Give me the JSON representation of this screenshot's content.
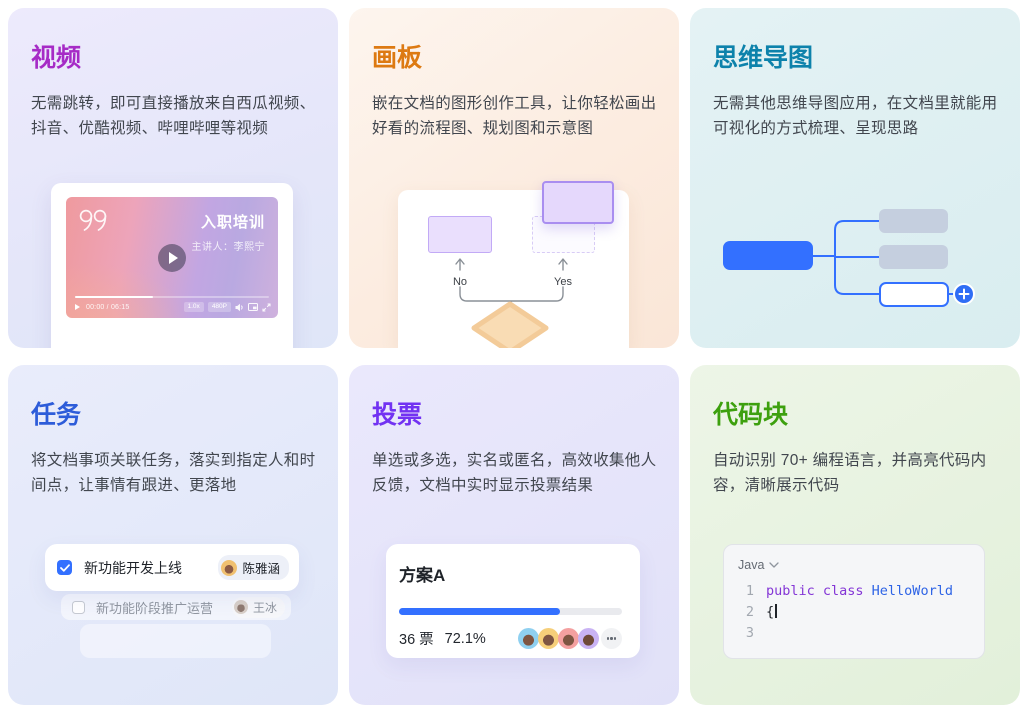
{
  "colors": {
    "accent_blue": "#3370ff",
    "video_title": "#a62bc6",
    "board_title": "#dd7a12",
    "mindmap_title": "#0d82ab",
    "tasks_title": "#2d5cd9",
    "poll_title": "#7232f2",
    "code_title": "#3da00e",
    "code_keyword": "#8436d6",
    "code_type": "#2e64e6",
    "diamond_fill": "#f9dcb4"
  },
  "cards": {
    "video": {
      "title": "视频",
      "desc": "无需跳转，即可直接播放来自西瓜视频、抖音、优酷视频、哔哩哔哩等视频",
      "player": {
        "title": "入职培训",
        "subtitle": "主讲人：李熙宁",
        "time": "00:00 / 06:15",
        "speed": "1.0x",
        "quality": "480P",
        "progress_value": 40
      }
    },
    "whiteboard": {
      "title": "画板",
      "desc": "嵌在文档的图形创作工具，让你轻松画出好看的流程图、规划图和示意图",
      "labels": {
        "no": "No",
        "yes": "Yes"
      }
    },
    "mindmap": {
      "title": "思维导图",
      "desc": "无需其他思维导图应用，在文档里就能用可视化的方式梳理、呈现思路"
    },
    "tasks": {
      "title": "任务",
      "desc": "将文档事项关联任务，落实到指定人和时间点，让事情有跟进、更落地",
      "items": [
        {
          "label": "新功能开发上线",
          "assignee": "陈雅涵",
          "checked": true
        },
        {
          "label": "新功能阶段推广运营",
          "assignee": "王冰",
          "checked": false
        }
      ]
    },
    "poll": {
      "title": "投票",
      "desc": "单选或多选，实名或匿名，高效收集他人反馈，文档中实时显示投票结果",
      "option": {
        "name": "方案A",
        "votes": "36 票",
        "percent": "72.1%",
        "percent_value": 72.1
      }
    },
    "code": {
      "title": "代码块",
      "desc": "自动识别 70+ 编程语言，并高亮代码内容，清晰展示代码",
      "language": "Java",
      "lines": [
        {
          "num": "1",
          "tokens": [
            {
              "t": "public class ",
              "c": "keyword"
            },
            {
              "t": "HelloWorld",
              "c": "type"
            }
          ]
        },
        {
          "num": "2",
          "tokens": [
            {
              "t": "{",
              "c": "plain"
            }
          ]
        },
        {
          "num": "3",
          "tokens": []
        }
      ]
    }
  }
}
